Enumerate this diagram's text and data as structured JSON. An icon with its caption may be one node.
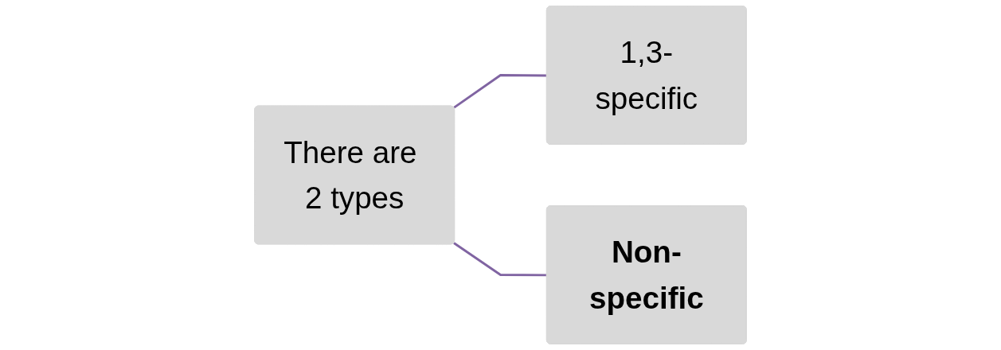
{
  "diagram": {
    "nodes": [
      {
        "text": [
          "There are 2 types"
        ]
      },
      {
        "text": [
          "1,3-specific"
        ]
      },
      {
        "text": [
          "Non-specific"
        ]
      }
    ],
    "edges": [
      {
        "from": 0,
        "to": 1,
        "arrow": "none"
      },
      {
        "from": 0,
        "to": 2,
        "arrow": "none"
      }
    ]
  }
}
